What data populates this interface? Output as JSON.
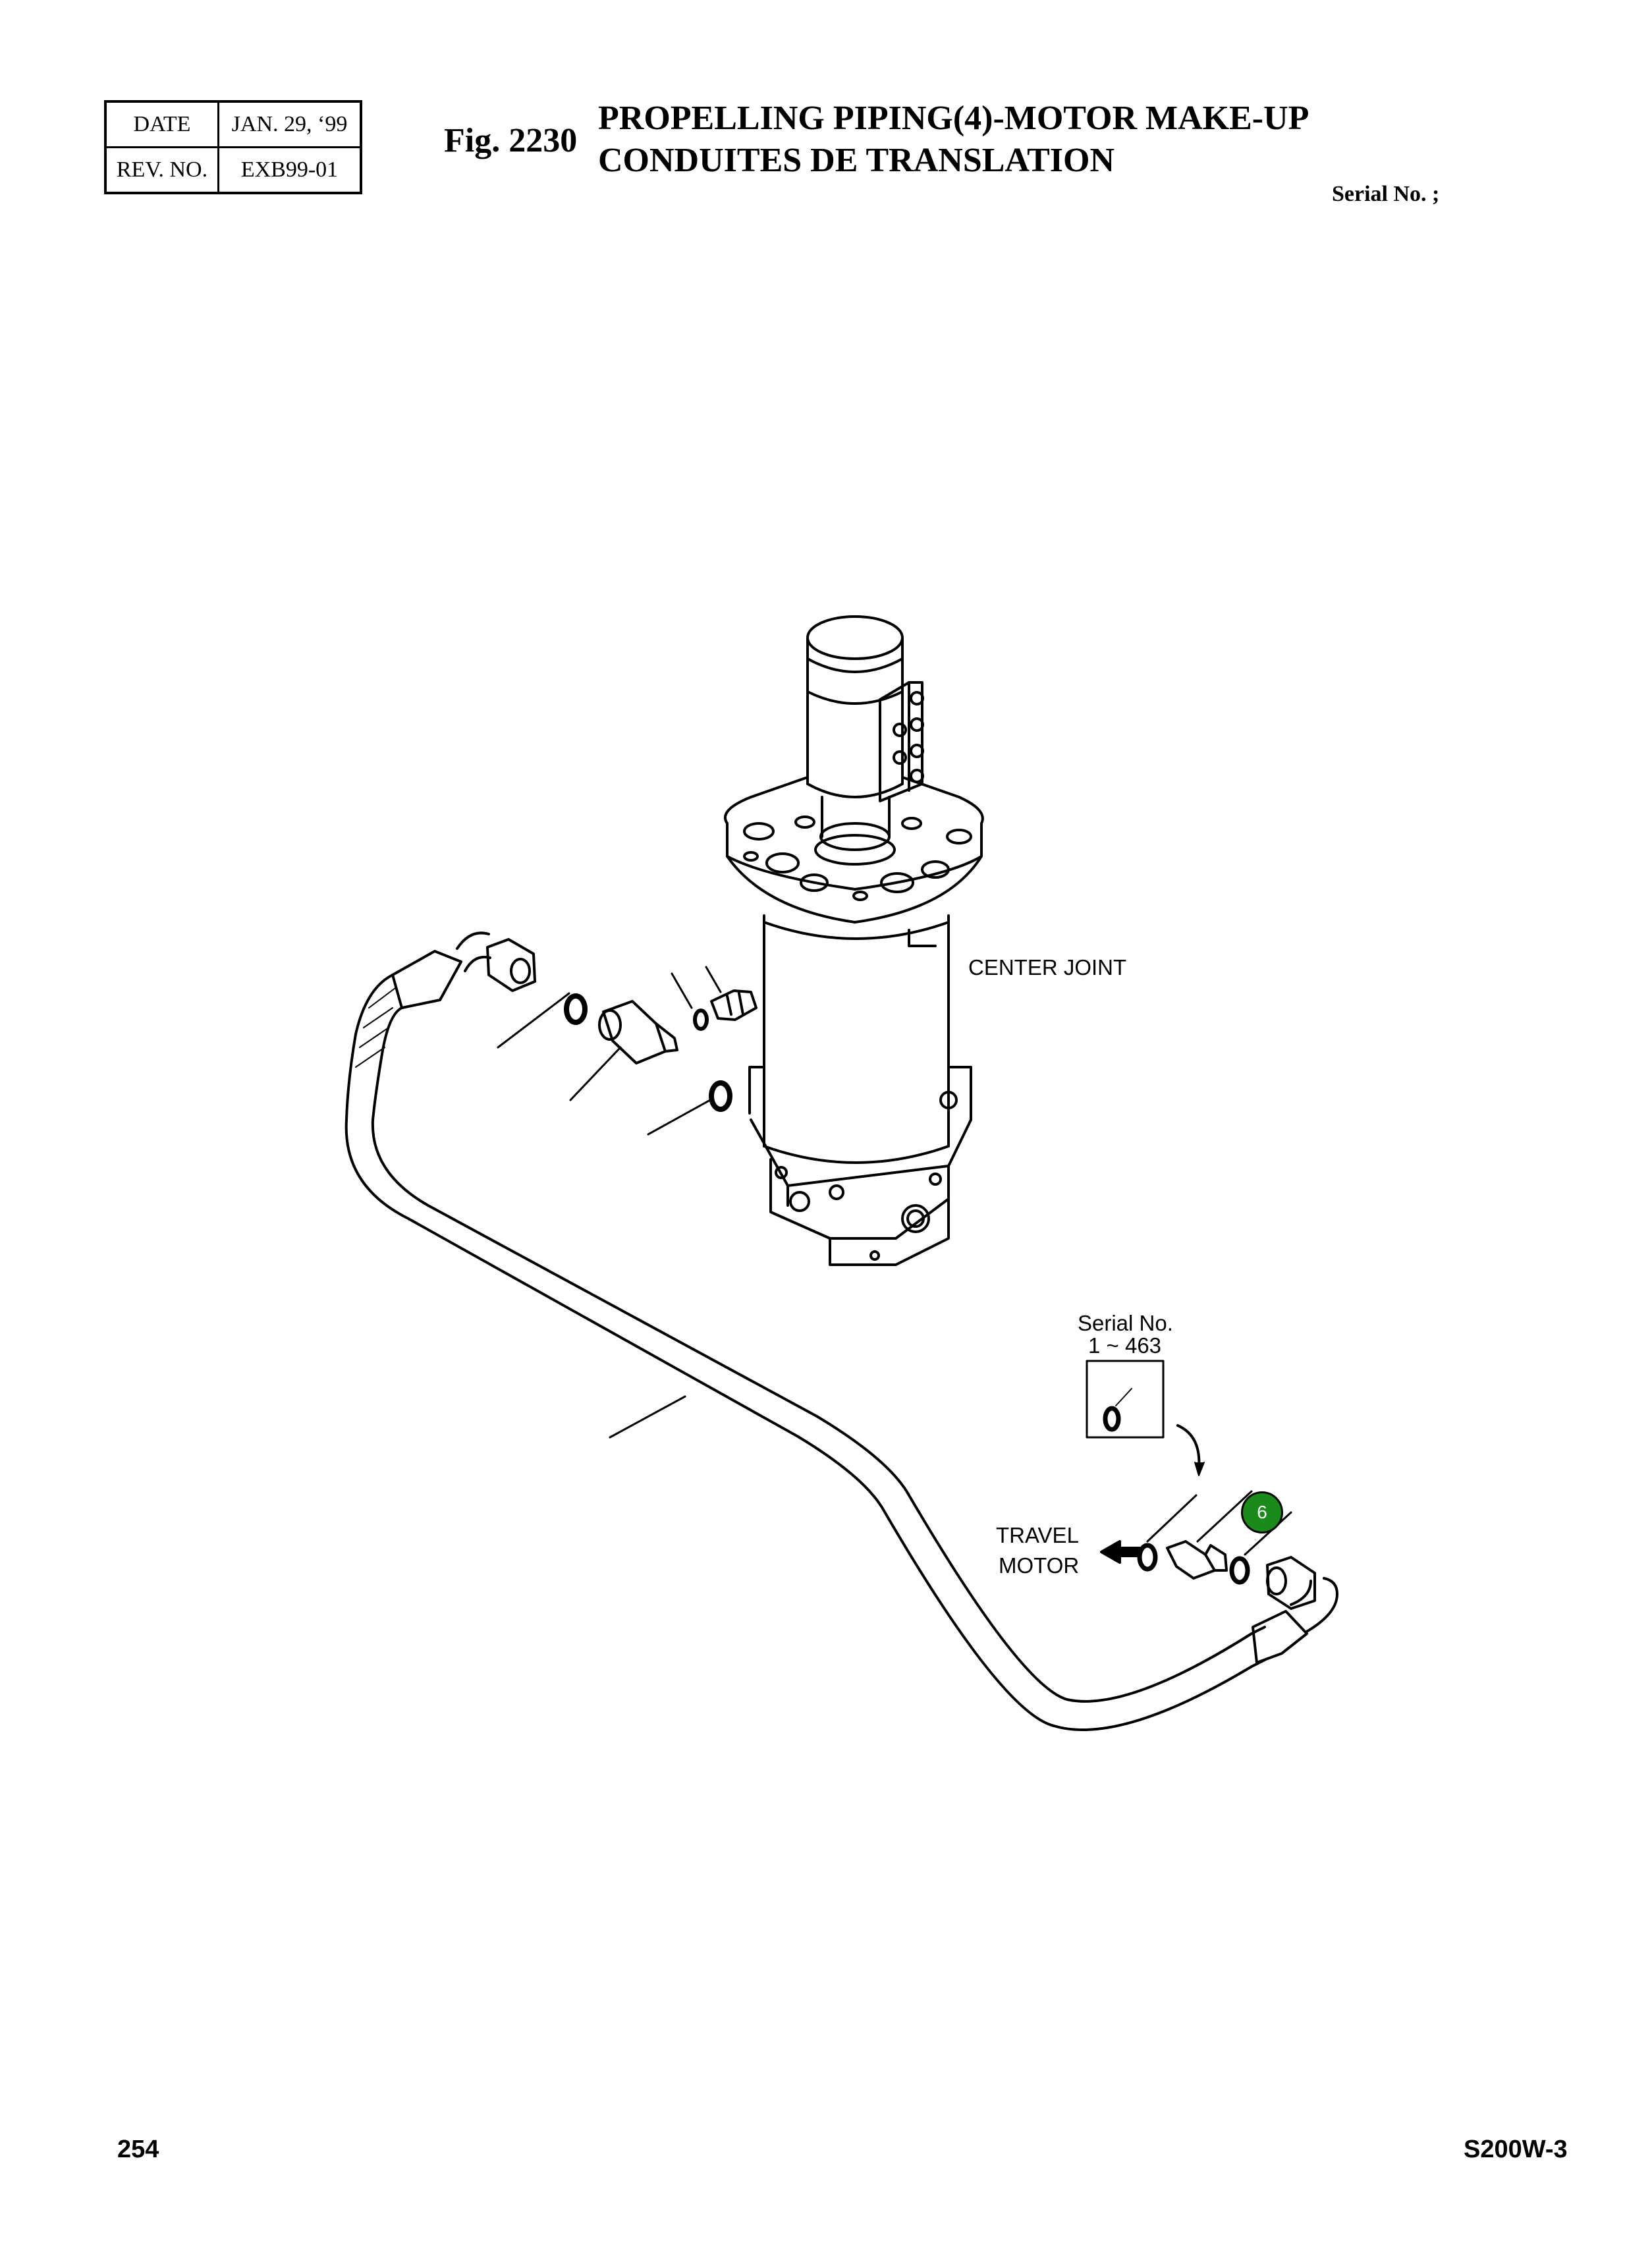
{
  "header": {
    "date_label": "DATE",
    "date_value": "JAN. 29, ‘99",
    "rev_label": "REV. NO.",
    "rev_value": "EXB99-01",
    "fig_no": "Fig. 2230",
    "title_en": "PROPELLING PIPING(4)-MOTOR MAKE-UP",
    "title_fr": "CONDUITES DE TRANSLATION",
    "serial": "Serial No. ;"
  },
  "drawing": {
    "center_joint_label": "CENTER JOINT",
    "inset_serial_label": "Serial No.",
    "inset_serial_range": "1 ~ 463",
    "travel_label": "TRAVEL",
    "motor_label": "MOTOR",
    "callouts": [
      "6"
    ],
    "callout_color": "#1a8a1a"
  },
  "footer": {
    "page": "254",
    "model": "S200W-3"
  }
}
